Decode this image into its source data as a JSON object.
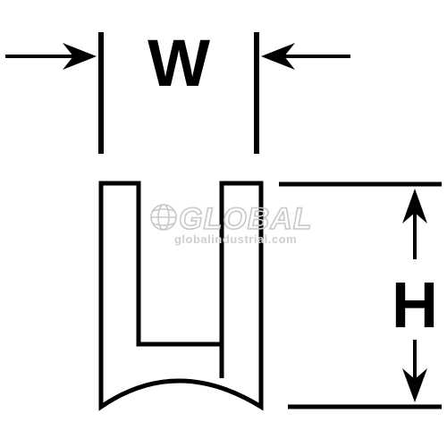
{
  "labels": {
    "width": "W",
    "height": "H"
  },
  "watermark": {
    "brand": "GLOBAL",
    "site": "globalindustrial.com"
  },
  "colors": {
    "ink": "#000000",
    "background": "#ffffff",
    "watermark": "#c8c8c8"
  }
}
